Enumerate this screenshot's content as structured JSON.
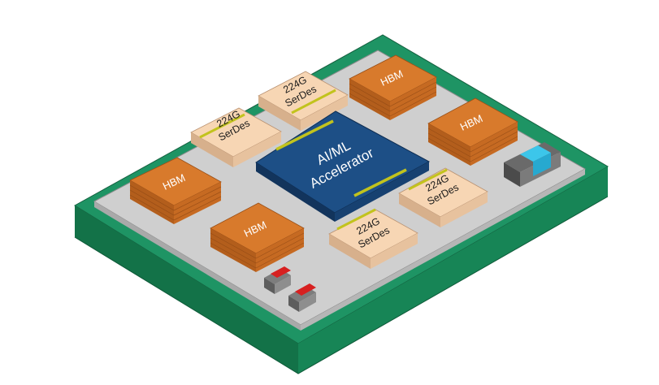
{
  "diagram": {
    "accelerator": {
      "line1": "AI/ML",
      "line2": "Accelerator"
    },
    "hbm_label": "HBM",
    "serdes": {
      "line1": "224G",
      "line2": "SerDes"
    },
    "colors": {
      "pcb": "#1c8a5c",
      "interposer": "#c8c8c8",
      "accelerator": "#1d4f86",
      "hbm": "#d5762b",
      "serdes": "#f6d3b0",
      "serdes_bar": "#c2c31d",
      "connector_blue": "#3cc6ea",
      "capacitor_red": "#d72020"
    }
  }
}
